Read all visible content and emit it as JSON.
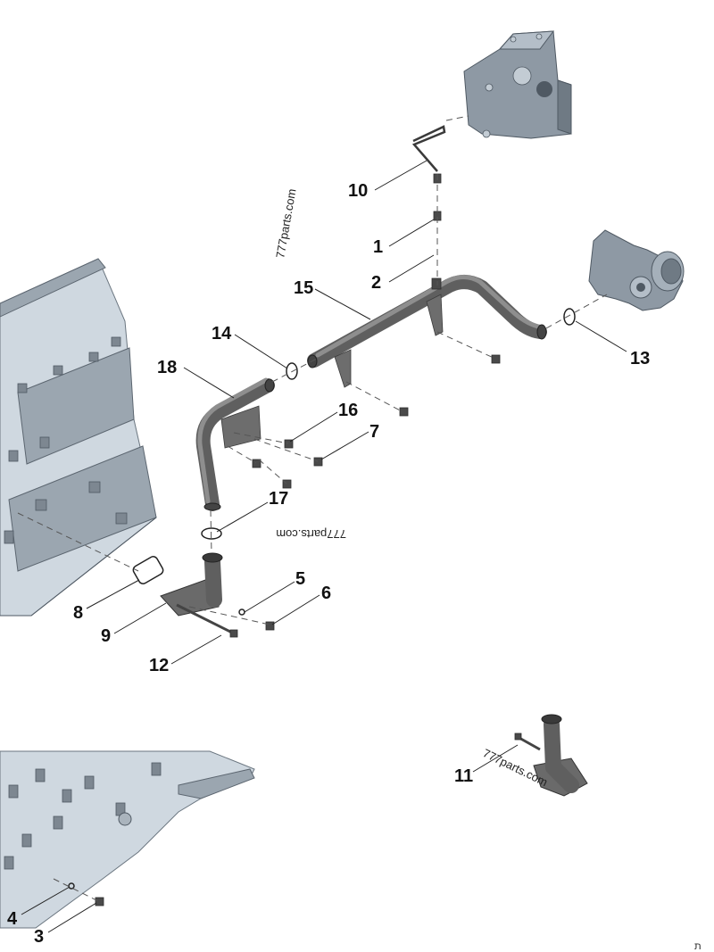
{
  "callouts": {
    "c1": "1",
    "c2": "2",
    "c3": "3",
    "c4": "4",
    "c5": "5",
    "c6": "6",
    "c7": "7",
    "c8": "8",
    "c9": "9",
    "c10": "10",
    "c11": "11",
    "c12": "12",
    "c13": "13",
    "c14": "14",
    "c15": "15",
    "c16": "16",
    "c17": "17",
    "c18": "18"
  },
  "watermarks": {
    "wm1": "777parts.com",
    "wm2": "777parts.com",
    "wm3": "777parts.com"
  },
  "corner_mark": "ת"
}
